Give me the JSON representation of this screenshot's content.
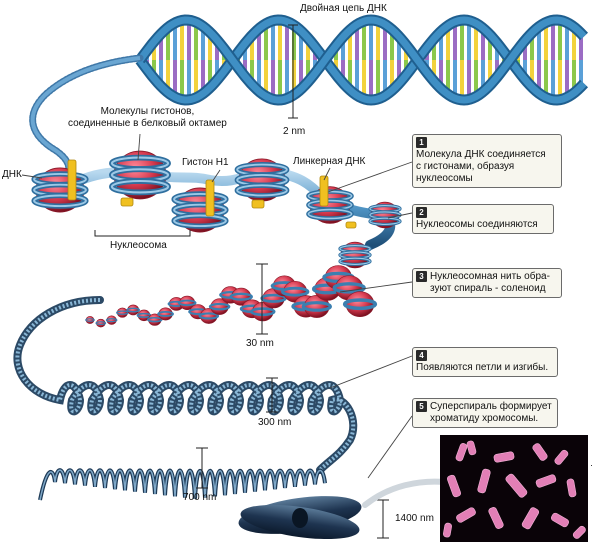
{
  "labels": {
    "double_helix": "Двойная цепь ДНК",
    "two_nm": "2 nm",
    "histone_molecules": "Молекулы гистонов,\nсоединенные в белковый октамер",
    "dna": "ДНК",
    "histone_h1": "Гистон Н1",
    "linker_dna": "Линкерная ДНК",
    "nucleosome": "Нуклеосома",
    "thirty_nm": "30 nm",
    "three_hundred_nm": "300 nm",
    "seven_hundred_nm": "700 nm",
    "fourteen_hundred_nm": "1400 nm"
  },
  "steps": [
    {
      "number": "1",
      "text": "Молекула ДНК соединяется\nс гистонами, образуя\nнуклеосомы"
    },
    {
      "number": "2",
      "text": "Нуклеосомы соединяются"
    },
    {
      "number": "3",
      "text": "Нуклеосомная нить обра-\nзуют спираль - соленоид"
    },
    {
      "number": "4",
      "text": "Появляются петли и изгибы."
    },
    {
      "number": "5",
      "text": "Суперспираль формирует\nхроматиду хромосомы."
    }
  ],
  "colors": {
    "backbone": "#3f8fc4",
    "backbone_dark": "#1f5f8f",
    "base_yellow": "#f2d23c",
    "base_purple": "#9b6cc4",
    "base_green": "#8cc84b",
    "base_blue": "#5aa0d8",
    "histone": "#d63a4f",
    "histone_dark": "#8a1828",
    "h1": "#f0c020",
    "fiber": "#6a9cc0",
    "fiber_dark": "#2c4a66",
    "photo_chromosome": "#e27fb6"
  }
}
